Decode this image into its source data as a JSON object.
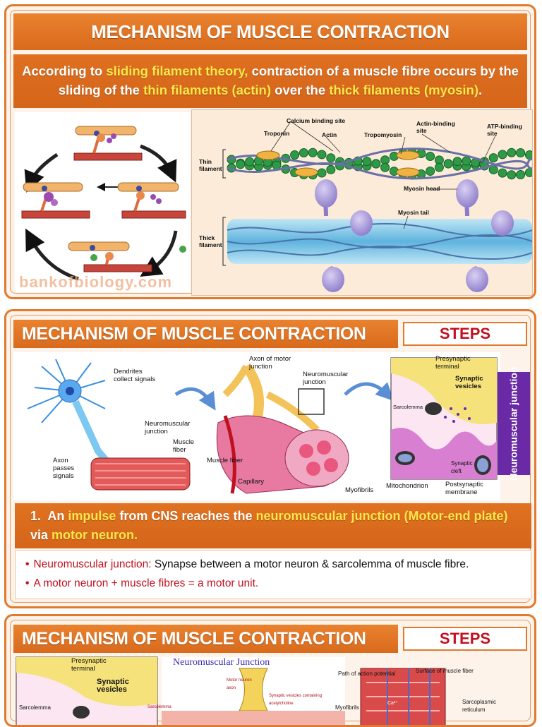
{
  "slide1": {
    "title": "MECHANISM OF MUSCLE CONTRACTION",
    "intro": {
      "part1": "According to ",
      "hl1": "sliding filament theory,",
      "part2": " contraction of a muscle fibre occurs by the sliding of the ",
      "hl2": "thin filaments (actin)",
      "part3": " over the ",
      "hl3": "thick filaments (myosin)",
      "part4": "."
    },
    "diagram_labels": {
      "calcium_binding_site": "Calcium binding site",
      "troponin": "Troponin",
      "actin": "Actin",
      "tropomyosin": "Tropomyosin",
      "actin_binding_site": "Actin-binding site",
      "atp_binding_site": "ATP-binding site",
      "thin_filament": "Thin filament",
      "myosin_head": "Myosin head",
      "myosin_tail": "Myosin tail",
      "thick_filament": "Thick filament"
    },
    "watermark": "bankofbiology.com"
  },
  "slide2": {
    "title": "MECHANISM OF MUSCLE CONTRACTION",
    "steps_label": "STEPS",
    "labels": {
      "dendrites": "Dendrites collect signals",
      "axon_passes": "Axon passes signals",
      "neuromuscular_junction": "Neuromuscular junction",
      "muscle_fiber_small": "Muscle fiber",
      "axon_of_motor_junction": "Axon of motor junction",
      "neuromuscular_junction_2": "Neuromuscular junction",
      "muscle_fiber": "Muscle fiber",
      "capillary": "Capillary",
      "myofibrils": "Myofibrils",
      "presynaptic_terminal": "Presynaptic terminal",
      "synaptic_vesicles": "Synaptic vesicles",
      "sarcolemma": "Sarcolemma",
      "synaptic_cleft": "Synaptic cleft",
      "mitochondrion": "Mitochondrion",
      "postsynaptic_membrane": "Postsynaptic membrane"
    },
    "nmj_vertical": "Neuromuscular junction",
    "step1": {
      "num": "1.",
      "t1": "An ",
      "h1": "impulse",
      "t2": " from CNS reaches the ",
      "h2": "neuromuscular junction (Motor-end plate)",
      "t3": " via ",
      "h3": "motor neuron."
    },
    "bullets": {
      "b1_term": "Neuromuscular junction:",
      "b1_def": " Synapse between a motor neuron & sarcolemma of muscle fibre.",
      "b2": "A motor neuron + muscle fibres = a motor unit."
    }
  },
  "slide3": {
    "title": "MECHANISM OF MUSCLE CONTRACTION",
    "steps_label": "STEPS",
    "labels": {
      "presynaptic_terminal": "Presynaptic terminal",
      "synaptic_vesicles": "Synaptic vesicles",
      "sarcolemma": "Sarcolemma",
      "nmj_title": "Neuromuscular Junction",
      "sarcolemma_2": "Sarcolemma",
      "motor_neuron_axon": "Motor neuron axon",
      "synaptic_vesicles_ach": "Synaptic vesicles containing acetylcholine",
      "path_of_ap": "Path of action potential",
      "surface_of_muscle_fiber": "Surface of muscle fiber",
      "myofibrils": "Myofibrils",
      "ca": "Ca²⁺",
      "sarcoplasmic_reticulum": "Sarcoplasmic reticulum"
    }
  }
}
